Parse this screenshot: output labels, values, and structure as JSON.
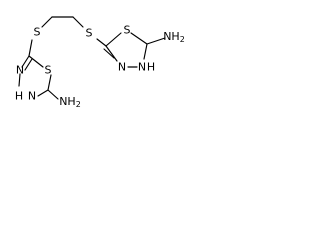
{
  "molecule": {
    "atoms": {
      "s_linker_left": "S",
      "s_linker_right": "S",
      "s_ring_left": "S",
      "s_ring_right": "S",
      "n_left_top": "N",
      "n_left_nh": "N",
      "h_left": "H",
      "n_right_top": "N",
      "n_right_nh": "N",
      "h_right": "H",
      "nh2_left": "NH",
      "nh2_left_sub": "2",
      "nh2_right": "NH",
      "nh2_right_sub": "2"
    }
  }
}
